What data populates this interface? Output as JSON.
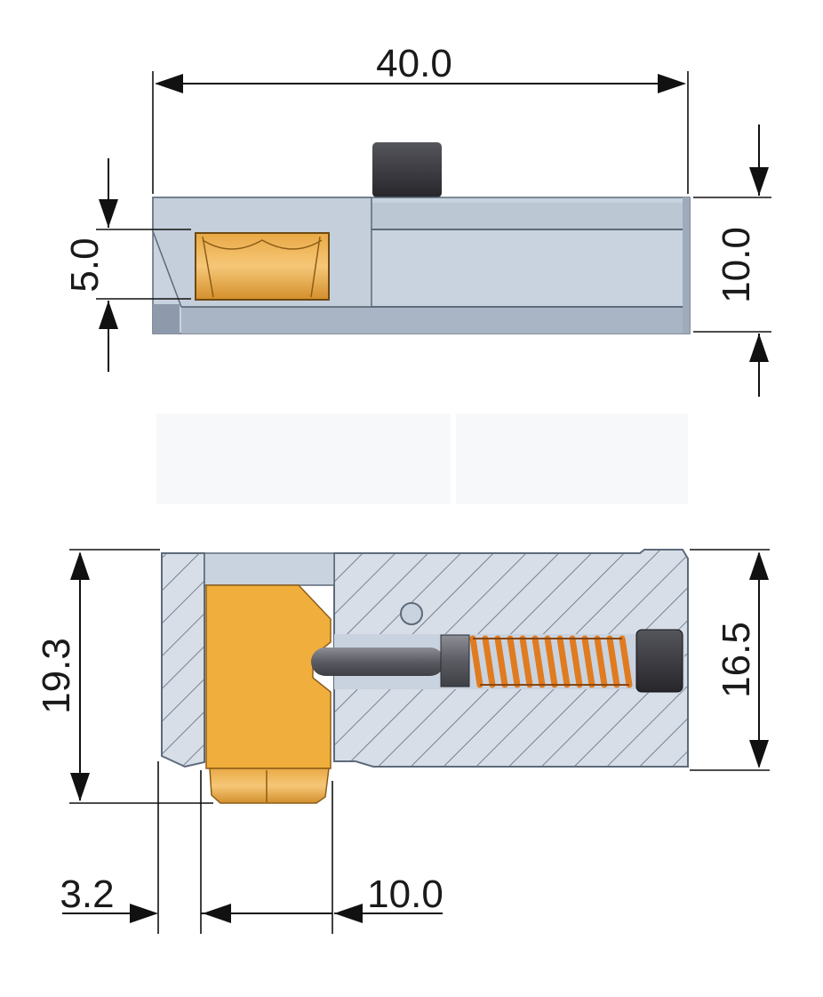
{
  "dimensions": {
    "top_width": "40.0",
    "top_slot_height": "5.0",
    "top_height": "10.0",
    "section_height_total": "19.3",
    "section_height_body": "16.5",
    "section_offset": "3.2",
    "section_insert_width": "10.0"
  },
  "colors": {
    "body_steel": "#c9d3df",
    "body_steel_dark": "#9eabbb",
    "edge": "#5d6a7a",
    "brass": "#f0ae3c",
    "brass_dark": "#c5862a",
    "spring": "#e07b20",
    "pin": "#6a6a72",
    "screw": "#2e2e33",
    "hatch": "#5f6b7b",
    "dim_line": "#111111"
  },
  "icons": {
    "top_view": "top-view-drawing",
    "section_view": "section-view-drawing"
  }
}
